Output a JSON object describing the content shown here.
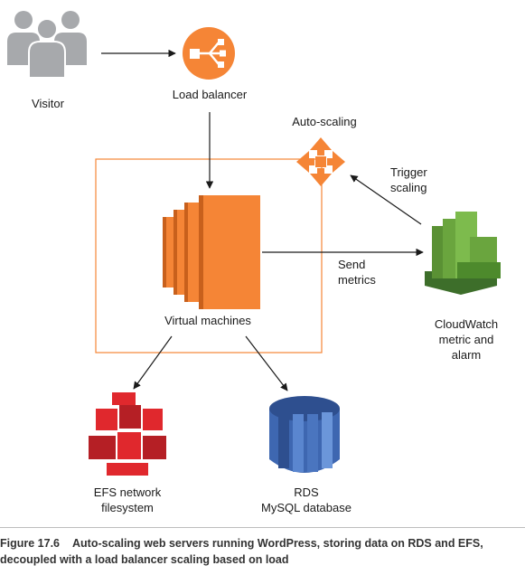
{
  "nodes": {
    "visitor": {
      "label": "Visitor",
      "icon": "users-group-icon",
      "color": "#a7a9ac"
    },
    "load_balancer": {
      "label": "Load balancer",
      "icon": "load-balancer-icon",
      "color": "#f58536"
    },
    "auto_scaling": {
      "label": "Auto-scaling",
      "icon": "auto-scaling-icon",
      "color": "#f58536"
    },
    "virtual_machines": {
      "label": "Virtual machines",
      "icon": "ec2-instances-icon",
      "color": "#f58536"
    },
    "cloudwatch": {
      "label": "CloudWatch\nmetric and alarm",
      "icon": "cloudwatch-icon",
      "color": "#6aa53e"
    },
    "efs": {
      "label": "EFS network\nfilesystem",
      "icon": "efs-icon",
      "color": "#e0282d"
    },
    "rds": {
      "label": "RDS\nMySQL database",
      "icon": "rds-database-icon",
      "color": "#3e67b1"
    }
  },
  "edges": {
    "send_metrics": "Send\nmetrics",
    "trigger_scaling": "Trigger\nscaling"
  },
  "group_border_color": "#f58536",
  "caption": {
    "number": "Figure 17.6",
    "text": "Auto-scaling web servers running WordPress, storing data on RDS and EFS, decoupled with a load balancer scaling based on load"
  }
}
